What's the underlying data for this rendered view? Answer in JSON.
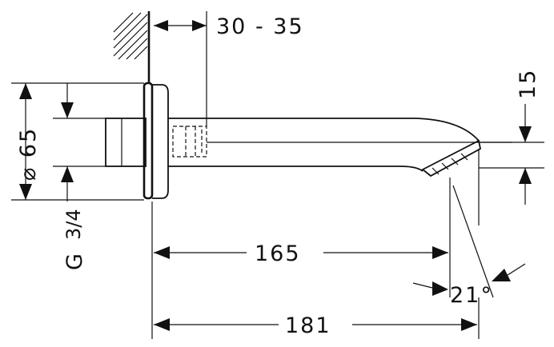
{
  "drawing": {
    "dimensions": {
      "wall_offset": "30 - 35",
      "flange_diameter": "⌀ 65",
      "thread": "G",
      "thread_size": "3/4",
      "spout_drop": "15",
      "reach_outlet": "165",
      "reach_total": "181",
      "outlet_angle": "21°"
    }
  }
}
